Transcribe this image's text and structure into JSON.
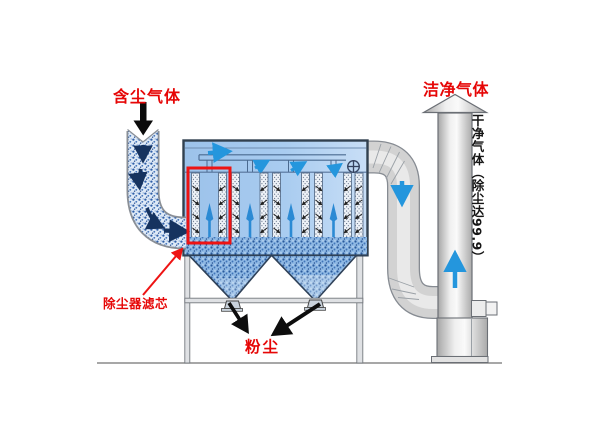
{
  "diagram": {
    "type": "industrial-baghouse-dust-collector-schematic",
    "labels": {
      "inlet_gas": "含尘气体",
      "clean_gas": "洁净气体",
      "stack_note": "干净气体（除尘达99.9）",
      "filter_core": "除尘器滤芯",
      "dust": "粉尘"
    },
    "palette": {
      "annotation_red": "#e60606",
      "highlight_red": "#ee1313",
      "box_blue_fill": "#aacdf1",
      "flow_arrow_blue": "#2496dd",
      "dust_navy": "#16335f",
      "speckle_blue": "#2a5a9c",
      "metal_gray": "#d2d2d2",
      "outline_dark": "#31404f"
    },
    "flow_icons": {
      "inlet_arrow": "down-arrow-icon",
      "duct_arrows": "down-arrow-icon",
      "chamber_arrows": "up-arrow-icon",
      "stack_arrow": "up-arrow-icon",
      "dust_arrows": "diagonal-arrow-icons"
    }
  }
}
